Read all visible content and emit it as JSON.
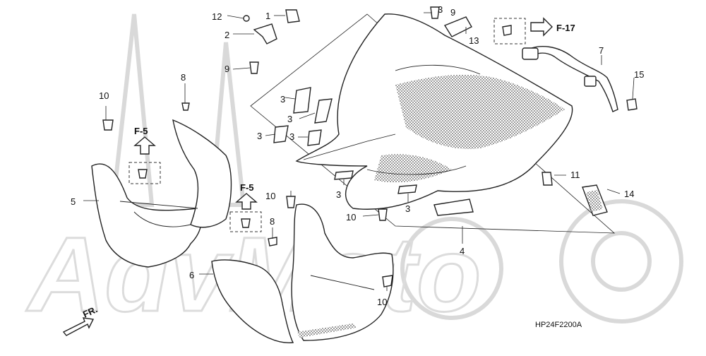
{
  "callouts": [
    {
      "id": "c1",
      "text": "1"
    },
    {
      "id": "c2",
      "text": "2"
    },
    {
      "id": "c3a",
      "text": "3"
    },
    {
      "id": "c3b",
      "text": "3"
    },
    {
      "id": "c3c",
      "text": "3"
    },
    {
      "id": "c3d",
      "text": "3"
    },
    {
      "id": "c3e",
      "text": "3"
    },
    {
      "id": "c3f",
      "text": "3"
    },
    {
      "id": "c3g",
      "text": "3"
    },
    {
      "id": "c4",
      "text": "4"
    },
    {
      "id": "c5",
      "text": "5"
    },
    {
      "id": "c6",
      "text": "6"
    },
    {
      "id": "c7",
      "text": "7"
    },
    {
      "id": "c8a",
      "text": "8"
    },
    {
      "id": "c8b",
      "text": "8"
    },
    {
      "id": "c9a",
      "text": "9"
    },
    {
      "id": "c9b",
      "text": "9"
    },
    {
      "id": "c10a",
      "text": "10"
    },
    {
      "id": "c10b",
      "text": "10"
    },
    {
      "id": "c10c",
      "text": "10"
    },
    {
      "id": "c10d",
      "text": "10"
    },
    {
      "id": "c11",
      "text": "11"
    },
    {
      "id": "c12",
      "text": "12"
    },
    {
      "id": "c13",
      "text": "13"
    },
    {
      "id": "c14",
      "text": "14"
    },
    {
      "id": "c15",
      "text": "15"
    }
  ],
  "references": {
    "f17": "F-17",
    "f5_left": "F-5",
    "f5_right": "F-5"
  },
  "front_marker": "FR.",
  "diagram_code": "HP24F2200A",
  "watermark": "AdvMoto"
}
